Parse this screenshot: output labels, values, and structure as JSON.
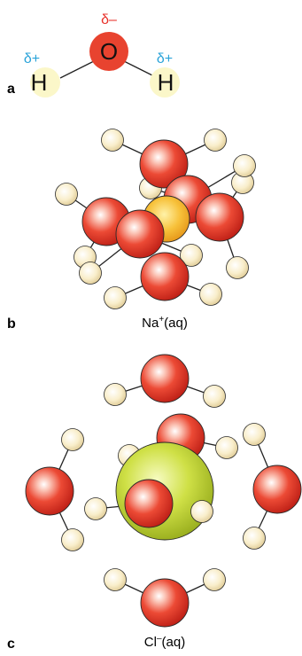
{
  "panel_a": {
    "letter": "a",
    "oxygen_label": "O",
    "hydrogen_label": "H",
    "oxygen_charge": "δ–",
    "hydrogen_charge": "δ+"
  },
  "panel_b": {
    "letter": "b",
    "caption_base": "Na",
    "caption_sup": "+",
    "caption_tail": "(aq)"
  },
  "panel_c": {
    "letter": "c",
    "caption_base": "Cl",
    "caption_sup": "–",
    "caption_tail": "(aq)"
  },
  "colors": {
    "oxygen_flat": "#e8432f",
    "hydrogen_flat": "#fbf7c9",
    "oxygen_sphere": "#d8261b",
    "hydrogen_sphere": "#eedfae",
    "sodium_ion": "#f5b324",
    "chloride_ion": "#b9cf27",
    "delta_minus": "#e8312a",
    "delta_plus": "#2aa3d9"
  }
}
